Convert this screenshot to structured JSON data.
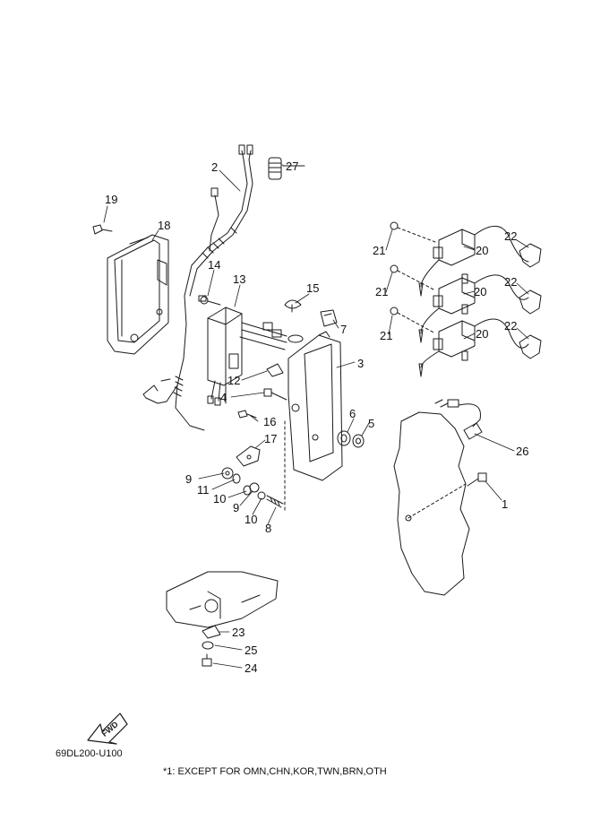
{
  "callouts": [
    {
      "id": "c1",
      "text": "1"
    },
    {
      "id": "c2",
      "text": "2"
    },
    {
      "id": "c3",
      "text": "3"
    },
    {
      "id": "c4",
      "text": "4"
    },
    {
      "id": "c5",
      "text": "5"
    },
    {
      "id": "c6",
      "text": "6"
    },
    {
      "id": "c7",
      "text": "7"
    },
    {
      "id": "c8",
      "text": "8"
    },
    {
      "id": "c9a",
      "text": "9"
    },
    {
      "id": "c9b",
      "text": "9"
    },
    {
      "id": "c10a",
      "text": "10"
    },
    {
      "id": "c10b",
      "text": "10"
    },
    {
      "id": "c11",
      "text": "11"
    },
    {
      "id": "c12",
      "text": "12"
    },
    {
      "id": "c13",
      "text": "13"
    },
    {
      "id": "c14",
      "text": "14"
    },
    {
      "id": "c15",
      "text": "15"
    },
    {
      "id": "c16",
      "text": "16"
    },
    {
      "id": "c17",
      "text": "17"
    },
    {
      "id": "c18",
      "text": "18"
    },
    {
      "id": "c19",
      "text": "19"
    },
    {
      "id": "c20a",
      "text": "20"
    },
    {
      "id": "c20b",
      "text": "20"
    },
    {
      "id": "c20c",
      "text": "20"
    },
    {
      "id": "c21a",
      "text": "21"
    },
    {
      "id": "c21b",
      "text": "21"
    },
    {
      "id": "c21c",
      "text": "21"
    },
    {
      "id": "c22a",
      "text": "22"
    },
    {
      "id": "c22b",
      "text": "22"
    },
    {
      "id": "c22c",
      "text": "22"
    },
    {
      "id": "c23",
      "text": "23"
    },
    {
      "id": "c24",
      "text": "24"
    },
    {
      "id": "c25",
      "text": "25"
    },
    {
      "id": "c26",
      "text": "26"
    },
    {
      "id": "c27",
      "text": "27"
    }
  ],
  "fwd_label": "FWD",
  "diagram_code": "69DL200-U100",
  "footnote": "*1: EXCEPT FOR OMN,CHN,KOR,TWN,BRN,OTH",
  "colors": {
    "line": "#1a1a1a",
    "background": "#ffffff"
  }
}
